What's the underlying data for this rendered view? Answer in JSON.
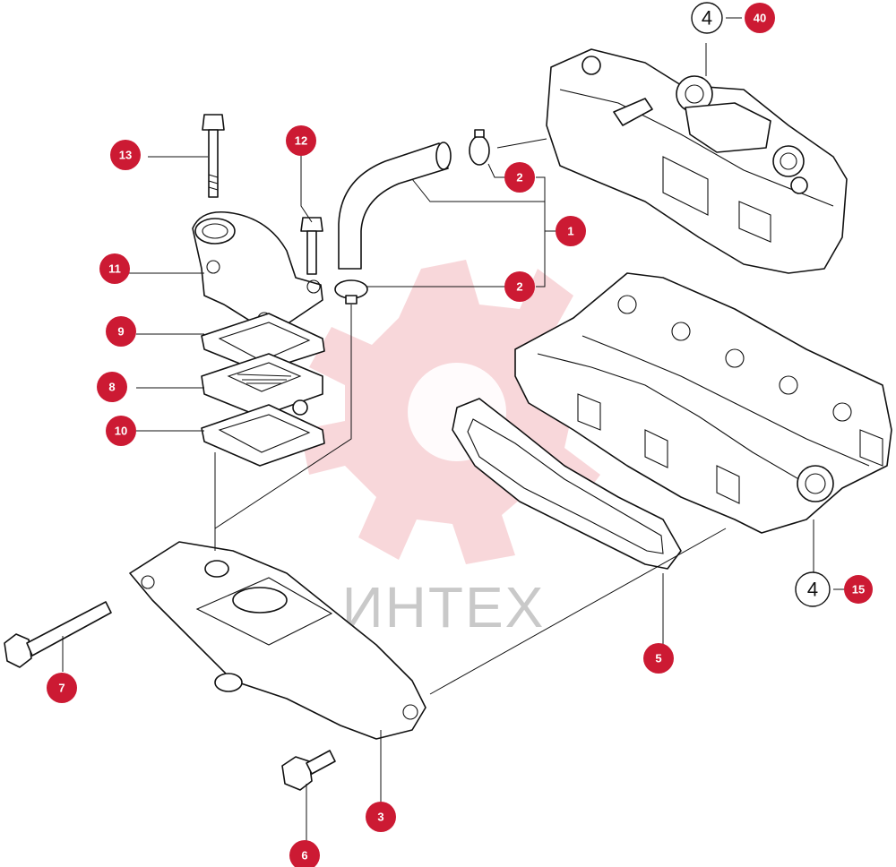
{
  "watermark": {
    "text": "ИНТЕХ",
    "color": "#e8323f"
  },
  "accent_color": "#cc1a33",
  "callouts": [
    {
      "id": "c1",
      "label": "1"
    },
    {
      "id": "c2a",
      "label": "2"
    },
    {
      "id": "c2b",
      "label": "2"
    },
    {
      "id": "c3",
      "label": "3"
    },
    {
      "id": "c5",
      "label": "5"
    },
    {
      "id": "c6",
      "label": "6"
    },
    {
      "id": "c7",
      "label": "7"
    },
    {
      "id": "c8",
      "label": "8"
    },
    {
      "id": "c9",
      "label": "9"
    },
    {
      "id": "c10",
      "label": "10"
    },
    {
      "id": "c11",
      "label": "11"
    },
    {
      "id": "c12",
      "label": "12"
    },
    {
      "id": "c13",
      "label": "13"
    }
  ],
  "references": [
    {
      "id": "r1",
      "group": "4",
      "item": "40"
    },
    {
      "id": "r2",
      "group": "4",
      "item": "15"
    }
  ]
}
